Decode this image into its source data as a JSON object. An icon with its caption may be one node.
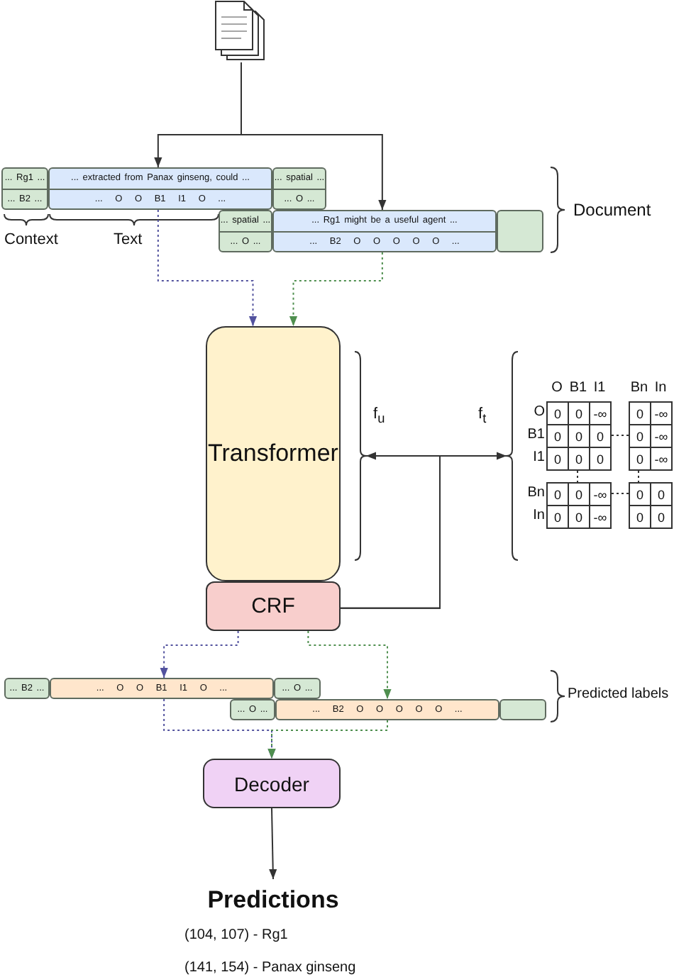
{
  "diagram": {
    "nodes": [
      {
        "text": [],
        "shape": "document"
      },
      {
        "text": [
          "... Rg1 ...",
          "... B2 ..."
        ]
      },
      {
        "text": [
          "... extracted from Panax ginseng, could ...",
          "... O O B1 I1 O ..."
        ]
      },
      {
        "text": [
          "... spatial ...",
          "... O ..."
        ]
      },
      {
        "text": [
          "... spatial ...",
          "... O ..."
        ]
      },
      {
        "text": [
          "... Rg1 might be a useful agent ...",
          "... B2 O O O O O ..."
        ]
      },
      {
        "text": [],
        "shape": "box"
      },
      {
        "text": [
          "Transformer"
        ]
      },
      {
        "text": [
          "CRF"
        ]
      },
      {
        "text": [],
        "shape": "brace",
        "beside": [
          "f$_{u}$"
        ]
      },
      {
        "text": [],
        "shape": "brace",
        "beside": [
          "f$_{t}$"
        ]
      },
      {
        "text": [
          "... B2 ..."
        ]
      },
      {
        "text": [
          "... O O B1 I1 O ..."
        ]
      },
      {
        "text": [
          "... O ..."
        ]
      },
      {
        "text": [
          "... O ..."
        ]
      },
      {
        "text": [
          "... B2 O O O O O ..."
        ]
      },
      {
        "text": [],
        "shape": "box"
      },
      {
        "text": [
          "Decoder"
        ]
      },
      {
        "text": [
          "Predictions"
        ]
      }
    ],
    "edges": [
      {
        "from": 0,
        "to": 2,
        "arrow": "to"
      },
      {
        "from": 0,
        "to": 5,
        "arrow": "to"
      },
      {
        "from": 2,
        "to": 7,
        "arrow": "to",
        "style": "dashed",
        "color": "#52529e"
      },
      {
        "from": 5,
        "to": 7,
        "arrow": "to",
        "style": "dashed",
        "color": "#4f8f4f"
      },
      {
        "from": 8,
        "to": 9,
        "arrow": "to"
      },
      {
        "from": 8,
        "to": 10,
        "arrow": "to"
      },
      {
        "from": 8,
        "to": 12,
        "arrow": "to",
        "style": "dashed",
        "color": "#52529e"
      },
      {
        "from": 8,
        "to": 15,
        "arrow": "to",
        "style": "dashed",
        "color": "#4f8f4f"
      },
      {
        "from": 12,
        "to": 17,
        "arrow": "to",
        "style": "dashed",
        "color": "#52529e"
      },
      {
        "from": 15,
        "to": 17,
        "arrow": "to",
        "style": "dashed",
        "color": "#4f8f4f"
      },
      {
        "from": 17,
        "to": 18,
        "arrow": "to"
      }
    ],
    "labels": [
      "Document",
      "Context",
      "Text",
      "O",
      "B1",
      "I1",
      "Bn",
      "In",
      "O",
      "0",
      "0",
      "-∞",
      "0",
      "-∞",
      "B1",
      "0",
      "0",
      "0",
      "0",
      "-∞",
      "I1",
      "0",
      "0",
      "0",
      "0",
      "-∞",
      "Bn",
      "0",
      "0",
      "-∞",
      "0",
      "0",
      "In",
      "0",
      "0",
      "-∞",
      "0",
      "0",
      "Predicted labels",
      "(104, 107) - Rg1",
      "(141, 154) - Panax ginseng"
    ]
  }
}
